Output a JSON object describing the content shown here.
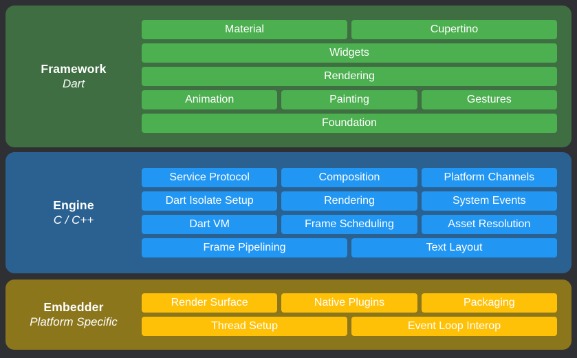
{
  "page": {
    "background_color": "#2f3033",
    "text_color": "#ffffff"
  },
  "layers": [
    {
      "id": "framework",
      "title": "Framework",
      "subtitle": "Dart",
      "bg_color": "#3e6e41",
      "box_color": "#4caf50",
      "boxes": [
        {
          "label": "Material",
          "span": 3
        },
        {
          "label": "Cupertino",
          "span": 3
        },
        {
          "label": "Widgets",
          "span": 6
        },
        {
          "label": "Rendering",
          "span": 6
        },
        {
          "label": "Animation",
          "span": 2
        },
        {
          "label": "Painting",
          "span": 2
        },
        {
          "label": "Gestures",
          "span": 2
        },
        {
          "label": "Foundation",
          "span": 6
        }
      ]
    },
    {
      "id": "engine",
      "title": "Engine",
      "subtitle": "C / C++",
      "bg_color": "#2a6190",
      "box_color": "#2196f3",
      "boxes": [
        {
          "label": "Service Protocol",
          "span": 2
        },
        {
          "label": "Composition",
          "span": 2
        },
        {
          "label": "Platform Channels",
          "span": 2
        },
        {
          "label": "Dart Isolate Setup",
          "span": 2
        },
        {
          "label": "Rendering",
          "span": 2
        },
        {
          "label": "System Events",
          "span": 2
        },
        {
          "label": "Dart VM",
          "span": 2
        },
        {
          "label": "Frame Scheduling",
          "span": 2
        },
        {
          "label": "Asset Resolution",
          "span": 2
        },
        {
          "label": "Frame Pipelining",
          "span": 3
        },
        {
          "label": "Text Layout",
          "span": 3
        }
      ]
    },
    {
      "id": "embedder",
      "title": "Embedder",
      "subtitle": "Platform Specific",
      "bg_color": "#8b761c",
      "box_color": "#ffc107",
      "boxes": [
        {
          "label": "Render Surface",
          "span": 2
        },
        {
          "label": "Native Plugins",
          "span": 2
        },
        {
          "label": "Packaging",
          "span": 2
        },
        {
          "label": "Thread Setup",
          "span": 3
        },
        {
          "label": "Event Loop Interop",
          "span": 3
        }
      ]
    }
  ]
}
